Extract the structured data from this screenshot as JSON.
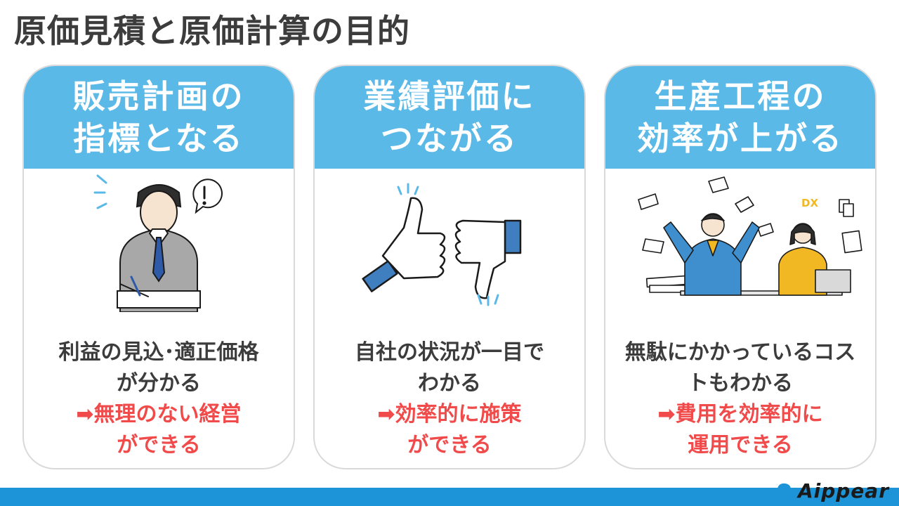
{
  "title": "原価見積と原価計算の目的",
  "cards": [
    {
      "head": [
        "販売計画の",
        "指標となる"
      ],
      "desc": [
        "利益の見込･適正価格",
        "が分かる"
      ],
      "result": [
        "➡無理のない経営",
        "ができる"
      ],
      "illustration_icon": "businessman-thinking-icon"
    },
    {
      "head": [
        "業績評価に",
        "つながる"
      ],
      "desc": [
        "自社の状況が一目で",
        "わかる"
      ],
      "result": [
        "➡効率的に施策",
        "ができる"
      ],
      "illustration_icon": "thumbs-up-down-icon"
    },
    {
      "head": [
        "生産工程の",
        "効率が上がる"
      ],
      "desc": [
        "無駄にかかっているコス",
        "トもわかる"
      ],
      "result": [
        "➡費用を効率的に",
        "運用できる"
      ],
      "illustration_icon": "dx-office-workers-icon"
    }
  ],
  "logo": {
    "text": "Aippear",
    "icon": "cloud-logo-icon"
  },
  "colors": {
    "header_blue": "#5bb9e8",
    "footer_blue": "#1d93d8",
    "accent_red": "#f04a4a",
    "text_dark": "#3c3c3c"
  }
}
